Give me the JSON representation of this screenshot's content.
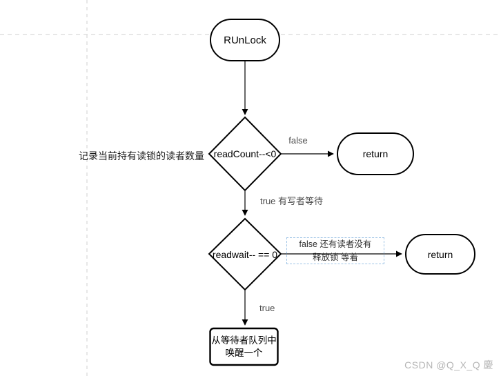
{
  "colors": {
    "background": "#ffffff",
    "shape_stroke": "#000000",
    "shape_fill": "#ffffff",
    "edge_label": "#4d4d4d",
    "note_border": "#9dc3e6",
    "guide_line": "#cfcfcf",
    "watermark": "#b5b5b5"
  },
  "flowchart": {
    "start": {
      "label": "RUnLock"
    },
    "decision_read_count": {
      "label": "readCount--<0"
    },
    "return_top": {
      "label": "return"
    },
    "decision_readwait": {
      "label": "readwait-- == 0"
    },
    "return_mid": {
      "label": "return"
    },
    "process_wake": {
      "line1": "从等待者队列中",
      "line2": "唤醒一个"
    },
    "edges": {
      "false_top": "false",
      "true_top": "true 有写者等待",
      "false_note_line1": "false 还有读者没有",
      "false_note_line2": "释放锁 等着",
      "true_bottom": "true"
    },
    "annotation": "记录当前持有读锁的读者数量"
  },
  "watermark": {
    "text": "CSDN @Q_X_Q  慶"
  }
}
